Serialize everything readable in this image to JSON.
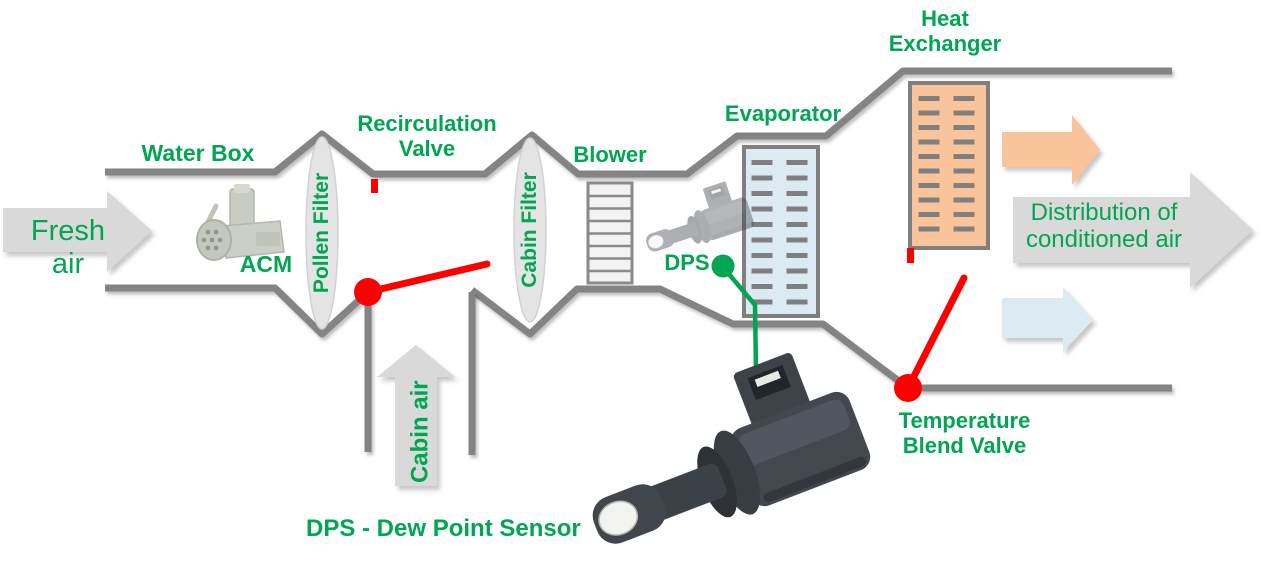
{
  "components": {
    "water_box": "Water Box",
    "acm": "ACM",
    "pollen_filter": "Pollen Filter",
    "recirculation_valve": "Recirculation Valve",
    "cabin_filter": "Cabin Filter",
    "blower": "Blower",
    "dps": "DPS",
    "evaporator": "Evaporator",
    "heat_exchanger": "Heat Exchanger",
    "temperature_blend_valve": "Temperature Blend Valve"
  },
  "flows": {
    "fresh_air": "Fresh air",
    "cabin_air": "Cabin air",
    "distribution": "Distribution of conditioned air"
  },
  "caption": {
    "dps_legend": "DPS - Dew Point Sensor"
  },
  "colors": {
    "label_green": "#00a651",
    "duct_gray": "#848484",
    "valve_red": "#ff0000",
    "arrow_gray": "#d9d9d9",
    "heat_orange": "#f9c49a",
    "cool_blue": "#dcebf2",
    "component_border_gray": "#7f7f7f"
  }
}
